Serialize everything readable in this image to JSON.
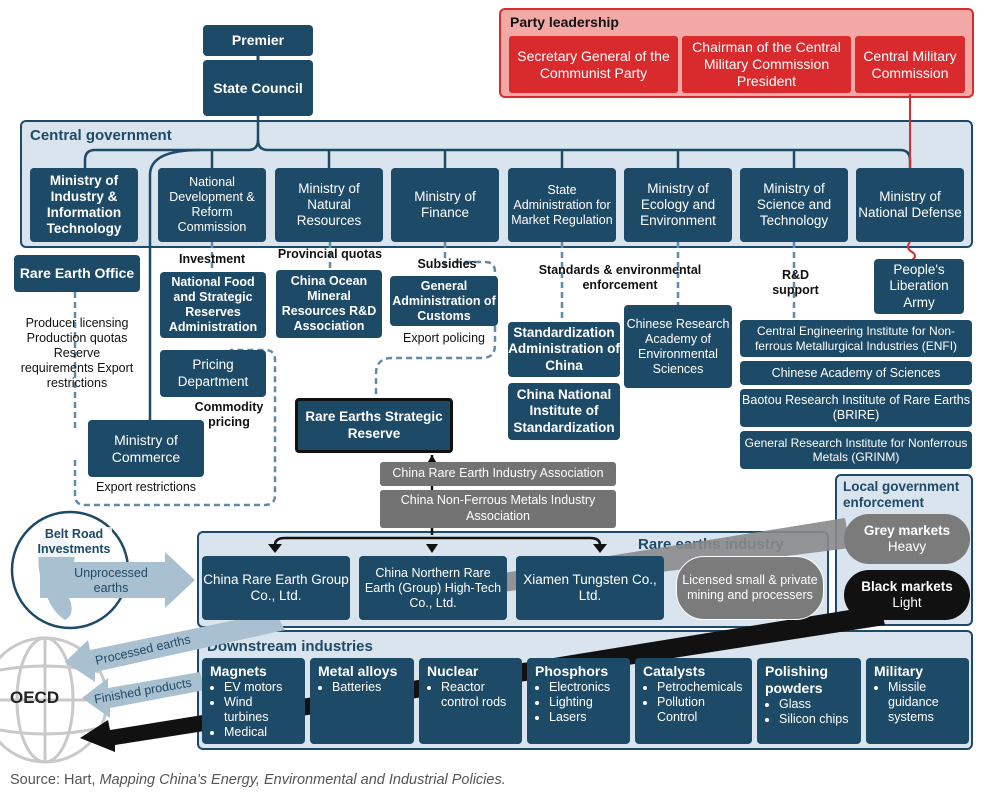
{
  "top": {
    "premier": "Premier",
    "state_council": "State Council"
  },
  "party": {
    "title": "Party leadership",
    "secretary": "Secretary General of the Communist Party",
    "chairman": "Chairman of the Central Military Commission President",
    "cmc": "Central Military Commission"
  },
  "central": {
    "title": "Central government",
    "ministries": [
      "Ministry of Industry & Information Technology",
      "National Development & Reform Commission",
      "Ministry of Natural Resources",
      "Ministry of Finance",
      "State Administration for Market Regulation",
      "Ministry of Ecology and Environment",
      "Ministry of Science and Technology",
      "Ministry of National Defense"
    ]
  },
  "agencies": {
    "rare_earth_office": "Rare Earth Office",
    "food_reserves": "National Food and Strategic Reserves Administration",
    "pricing_dept": "Pricing Department",
    "ministry_commerce": "Ministry of Commerce",
    "china_ocean": "China Ocean Mineral Resources R&D Association",
    "customs": "General Administration of Customs",
    "standardization_admin": "Standardization Administration of China",
    "china_national_inst": "China National Institute of Standardization",
    "cra_env": "Chinese Research Academy of Environmental Sciences",
    "pla": "People's Liberation Army",
    "enfi": "Central Engineering Institute for Non-ferrous Metallurgical Industries (ENFI)",
    "cas": "Chinese Academy of Sciences",
    "brire": "Baotou Research Institute of Rare Earths (BRIRE)",
    "grinm": "General Research Institute for Nonferrous Metals (GRINM)",
    "reserve": "Rare Earths Strategic Reserve",
    "assoc_rare": "China Rare Earth Industry Association",
    "assoc_nonferrous": "China Non-Ferrous Metals Industry Association"
  },
  "labels": {
    "investment": "Investment",
    "provincial_quotas": "Provincial quotas",
    "subsidies": "Subsidies",
    "standards": "Standards & environmental enforcement",
    "rd_support": "R&D support",
    "producer": "Producer licensing Production quotas Reserve requirements Export restrictions",
    "commodity_pricing": "Commodity pricing",
    "export_policing": "Export policing",
    "export_restrictions": "Export restrictions"
  },
  "industry": {
    "title": "Rare earths industry",
    "companies": [
      "China Rare Earth Group Co., Ltd.",
      "China Northern Rare Earth (Group) High-Tech Co., Ltd.",
      "Xiamen Tungsten Co., Ltd."
    ],
    "licensed": "Licensed small & private mining and processers"
  },
  "local": {
    "title": "Local government enforcement",
    "grey_title": "Grey markets",
    "grey_sub": "Heavy",
    "black_title": "Black markets",
    "black_sub": "Light"
  },
  "external": {
    "belt_road": "Belt Road Investments",
    "unprocessed": "Unprocessed earths",
    "processed": "Processed earths",
    "finished": "Finished products",
    "oecd": "OECD"
  },
  "downstream": {
    "title": "Downstream industries",
    "sectors": [
      {
        "name": "Magnets",
        "items": [
          "EV motors",
          "Wind turbines",
          "Medical"
        ]
      },
      {
        "name": "Metal alloys",
        "items": [
          "Batteries"
        ]
      },
      {
        "name": "Nuclear",
        "items": [
          "Reactor control rods"
        ]
      },
      {
        "name": "Phosphors",
        "items": [
          "Electronics",
          "Lighting",
          "Lasers"
        ]
      },
      {
        "name": "Catalysts",
        "items": [
          "Petrochemicals",
          "Pollution Control"
        ]
      },
      {
        "name": "Polishing powders",
        "items": [
          "Glass",
          "Silicon chips"
        ]
      },
      {
        "name": "Military",
        "items": [
          "Missile guidance systems"
        ]
      }
    ]
  },
  "source": {
    "prefix": "Source: Hart, ",
    "title": "Mapping China's Energy, Environmental and Industrial Policies."
  },
  "colors": {
    "navy": "#1d4a66",
    "red": "#d92b2e",
    "grey": "#737373",
    "panel": "#d9e4ee",
    "dashed": "#5f8aa8"
  }
}
